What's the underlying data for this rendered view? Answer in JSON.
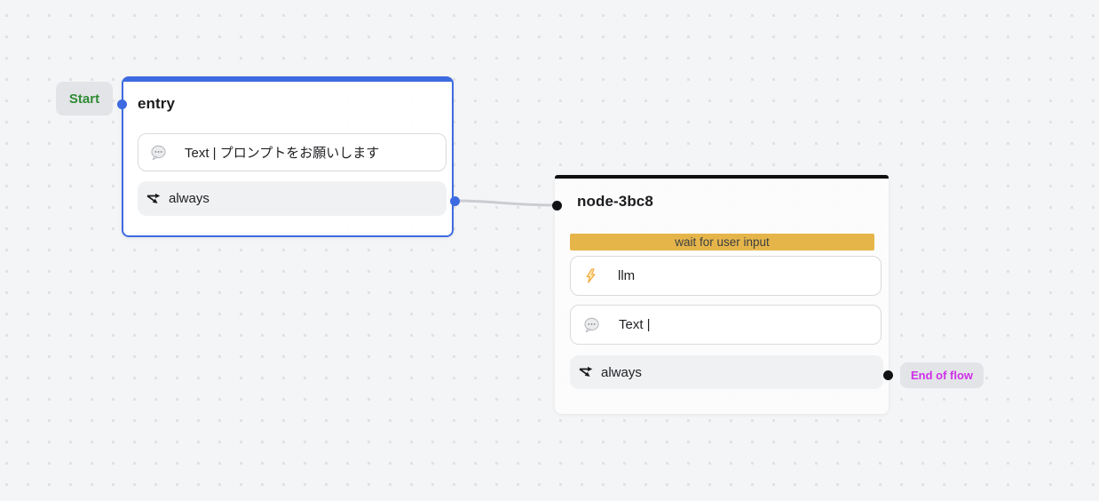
{
  "colors": {
    "canvas_bg": "#f4f5f6",
    "grid_dot": "#e1e2e5",
    "selection_blue": "#3e6ae1",
    "node_accent_black": "#0e0f11",
    "banner_amber": "#e6b54a",
    "start_green": "#2e8b33",
    "end_magenta": "#ce30e8",
    "edge_gray": "#c9ccd0",
    "lightning_amber": "#f3a63c"
  },
  "badges": {
    "start": {
      "label": "Start"
    },
    "end_of_flow": {
      "label": "End of flow"
    }
  },
  "entry": {
    "title": "entry",
    "rows": [
      {
        "icon": "speech-bubble-icon",
        "label": "Text | プロンプトをお願いします"
      },
      {
        "icon": "branch-arrow-icon",
        "label": "always"
      }
    ]
  },
  "node3bc8": {
    "title": "node-3bc8",
    "banner": "wait for user input",
    "rows": [
      {
        "icon": "lightning-icon",
        "label": "llm"
      },
      {
        "icon": "speech-bubble-icon",
        "label": "Text |"
      },
      {
        "icon": "branch-arrow-icon",
        "label": "always"
      }
    ]
  }
}
